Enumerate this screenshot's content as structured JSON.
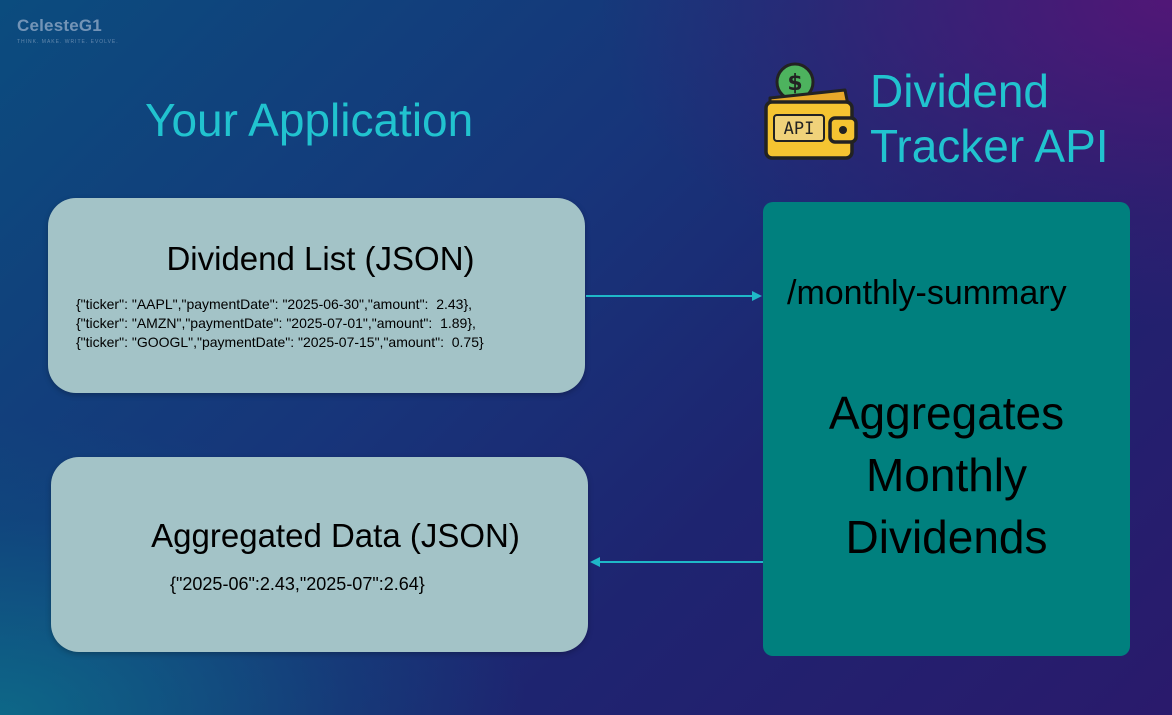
{
  "logo": {
    "name": "CelesteG1",
    "tagline": "THINK. MAKE. WRITE. EVOLVE."
  },
  "app_title": "Your Application",
  "api": {
    "title_line1": "Dividend",
    "title_line2": "Tracker API",
    "icon_label": "API",
    "icon_symbol": "$",
    "endpoint": "/monthly-summary",
    "desc_line1": "Aggregates",
    "desc_line2": "Monthly",
    "desc_line3": "Dividends"
  },
  "input_box": {
    "title": "Dividend List (JSON)",
    "lines": [
      "{\"ticker\": \"AAPL\",\"paymentDate\": \"2025-06-30\",\"amount\":  2.43},",
      "{\"ticker\": \"AMZN\",\"paymentDate\": \"2025-07-01\",\"amount\":  1.89},",
      "{\"ticker\": \"GOOGL\",\"paymentDate\": \"2025-07-15\",\"amount\":  0.75}"
    ]
  },
  "output_box": {
    "title": "Aggregated Data (JSON)",
    "json": "{\"2025-06\":2.43,\"2025-07\":2.64}"
  },
  "colors": {
    "title_cyan": "#21c3cf",
    "box_fill": "#a3c3c7",
    "api_box_fill": "#00807e",
    "arrow": "#1fb8c8",
    "wallet_yellow": "#f5c431",
    "wallet_outline": "#222222",
    "coin_green": "#4db35e"
  }
}
